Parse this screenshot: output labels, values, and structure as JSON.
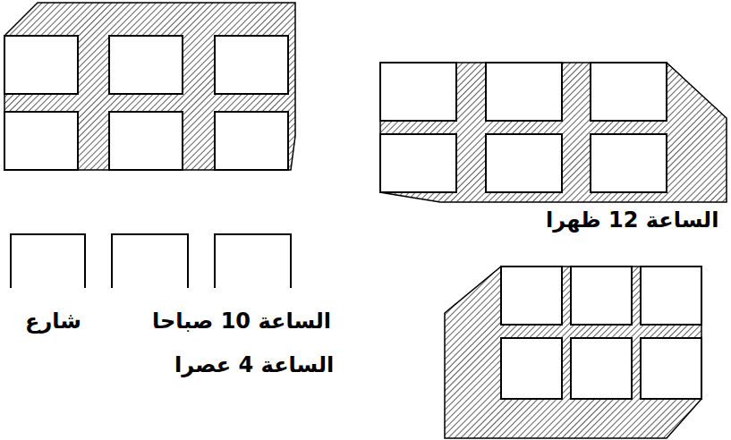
{
  "diagram": {
    "labels": [
      "الساعة 12 ظهرا",
      "شارع",
      "الساعة 10 صباحا",
      "الساعة 4 عصرا"
    ]
  }
}
